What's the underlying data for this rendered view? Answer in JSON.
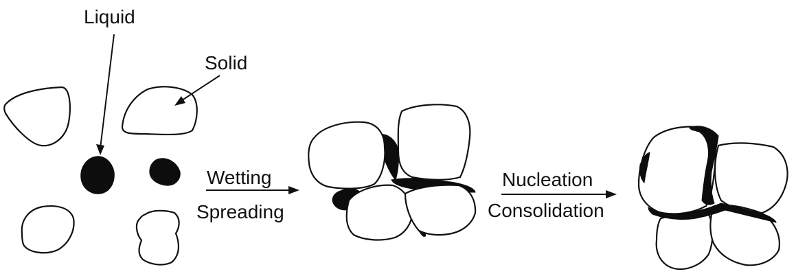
{
  "labels": {
    "liquid": "Liquid",
    "solid": "Solid",
    "step1_top": "Wetting",
    "step1_bottom": "Spreading",
    "step2_top": "Nucleation",
    "step2_bottom": "Consolidation"
  },
  "colors": {
    "ink": "#111111",
    "liquid_fill": "#0d0d0d",
    "background": "#ffffff"
  }
}
